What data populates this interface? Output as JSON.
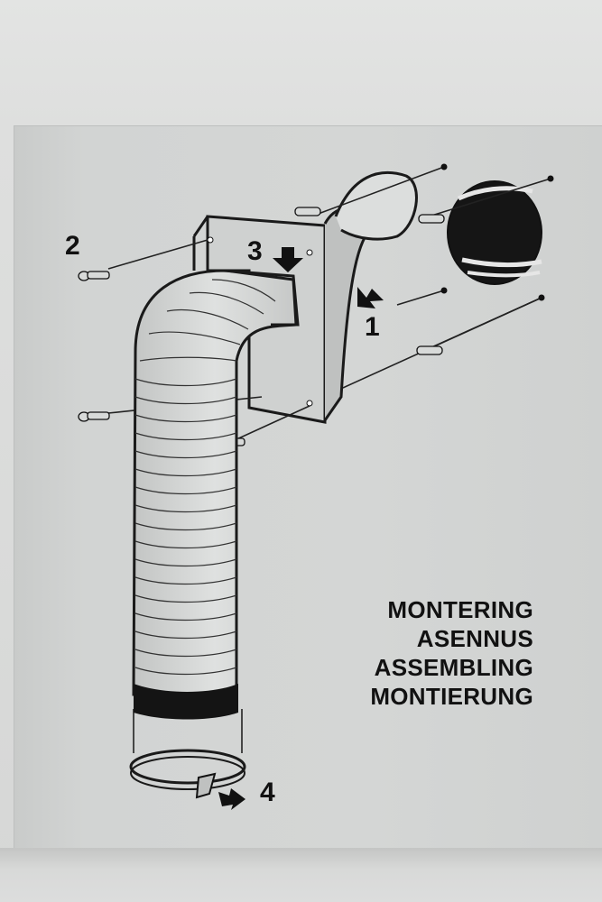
{
  "steps": {
    "s1": "1",
    "s2": "2",
    "s3": "3",
    "s4": "4"
  },
  "titles": [
    "MONTERING",
    "ASENNUS",
    "ASSEMBLING",
    "MONTIERUNG"
  ],
  "colors": {
    "box": "#d4d6d5",
    "ink": "#111111",
    "wall": "#e0e1e0"
  }
}
